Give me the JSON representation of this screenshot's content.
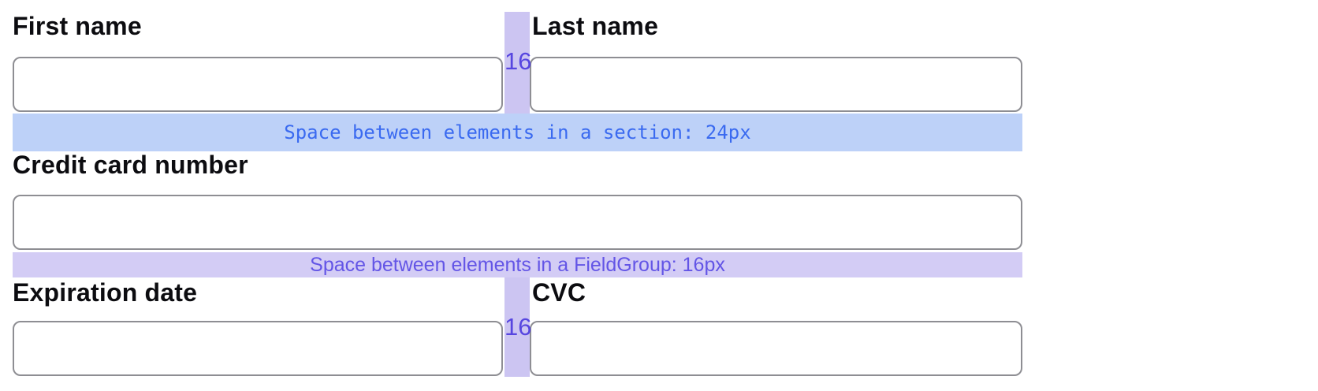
{
  "figure": {
    "labels": {
      "first_name": "First name",
      "last_name": "Last name",
      "credit_card": "Credit card number",
      "expiration": "Expiration date",
      "cvc": "CVC"
    },
    "inputs": {
      "first_name": {
        "value": "",
        "placeholder": ""
      },
      "last_name": {
        "value": "",
        "placeholder": ""
      },
      "credit_card": {
        "value": "",
        "placeholder": ""
      },
      "expiration": {
        "value": "",
        "placeholder": ""
      },
      "cvc": {
        "value": "",
        "placeholder": ""
      }
    },
    "spacing_annotations": {
      "section_band_text": "Space between elements in a section: 24px",
      "fieldgroup_band_text": "Space between elements in a FieldGroup: 16px",
      "column_gap_label": "16"
    }
  },
  "colors": {
    "label_text": "#0c0c10",
    "input_border": "#8e8e93",
    "section_band_bg": "#bdd1f8",
    "section_band_text": "#3a6af0",
    "fieldgroup_band_bg": "#d3ccf5",
    "fieldgroup_band_text": "#6355e6",
    "vertical_gap_band_bg": "#ccc5f2",
    "gap_number_text": "#5746e0"
  }
}
